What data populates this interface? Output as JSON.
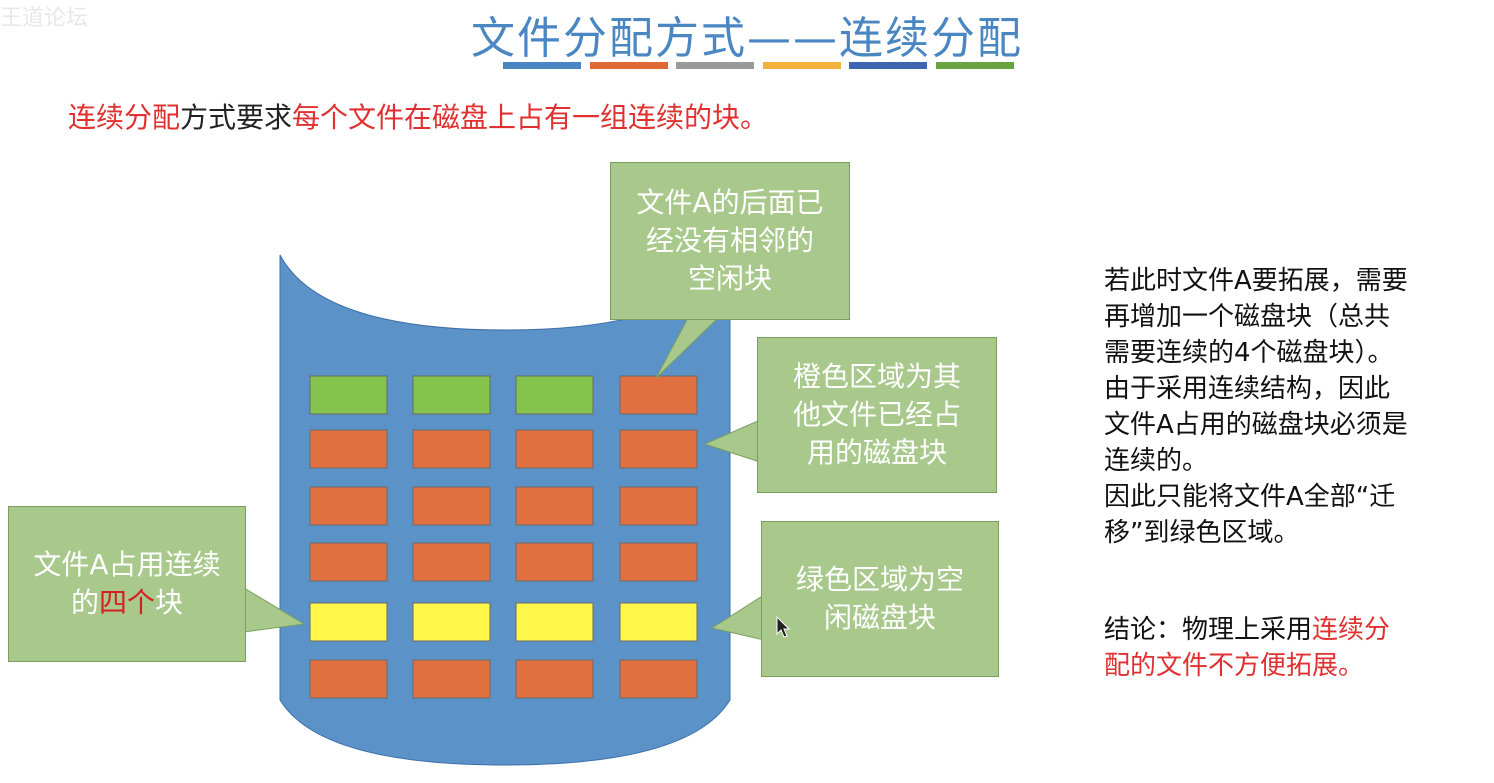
{
  "watermark": "王道论坛",
  "title": "文件分配方式——连续分配",
  "title_bar_colors": [
    "#4a86c2",
    "#e06a35",
    "#9a9a9a",
    "#f2b13a",
    "#3e66b0",
    "#6aa342"
  ],
  "intro": {
    "part1": "连续分配",
    "part2": "方式要求",
    "part3": "每个文件在磁盘上占有一组连续的块。"
  },
  "disk": {
    "body_color": "#5b92c8",
    "rows": [
      [
        "green",
        "green",
        "green",
        "orange"
      ],
      [
        "orange",
        "orange",
        "orange",
        "orange"
      ],
      [
        "orange",
        "orange",
        "orange",
        "orange"
      ],
      [
        "orange",
        "orange",
        "orange",
        "orange"
      ],
      [
        "yellow",
        "yellow",
        "yellow",
        "yellow"
      ],
      [
        "orange",
        "orange",
        "orange",
        "orange"
      ]
    ],
    "block_colors": {
      "green": "#84c44c",
      "orange": "#e07040",
      "yellow": "#fff64a"
    }
  },
  "callouts": {
    "top": {
      "lines": [
        "文件A的后面已",
        "经没有相邻的",
        "空闲块"
      ]
    },
    "orange": {
      "lines": [
        "橙色区域为其",
        "他文件已经占",
        "用的磁盘块"
      ]
    },
    "green": {
      "lines": [
        "绿色区域为空",
        "闲磁盘块"
      ]
    },
    "fileA": {
      "line1": "文件A占用连续",
      "line2_pre": "的",
      "line2_red": "四个",
      "line2_post": "块"
    }
  },
  "side_text": {
    "p1": [
      "若此时文件A要拓展，需要",
      "再增加一个磁盘块（总共",
      "需要连续的4个磁盘块）。",
      "由于采用连续结构，因此",
      "文件A占用的磁盘块必须是",
      "连续的。",
      "因此只能将文件A全部“迁",
      "移”到绿色区域。"
    ],
    "conclusion_pre": "结论：物理上采用",
    "conclusion_red1": "连续分",
    "conclusion_red2": "配的文件不方便拓展。"
  }
}
